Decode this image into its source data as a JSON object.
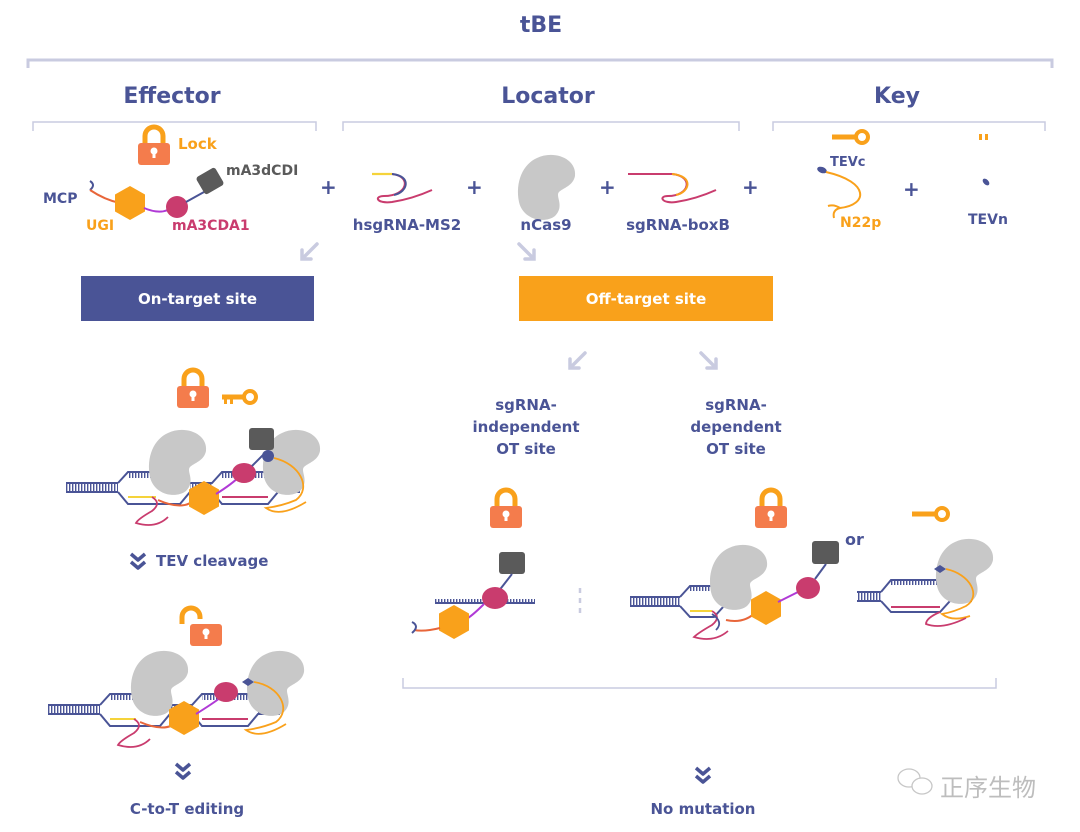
{
  "title": "tBE",
  "sections": {
    "effector": "Effector",
    "locator": "Locator",
    "key": "Key"
  },
  "effector": {
    "lock_label": "Lock",
    "mcp": "MCP",
    "ugi": "UGI",
    "ma3cda1": "mA3CDA1",
    "ma3dcdi": "mA3dCDI"
  },
  "locator": {
    "hsgrna": "hsgRNA-MS2",
    "ncas9": "nCas9",
    "sgrna": "sgRNA-boxB"
  },
  "key": {
    "tevc": "TEVc",
    "n22p": "N22p",
    "tevn": "TEVn"
  },
  "plus": "+",
  "boxes": {
    "on_target": "On-target site",
    "off_target": "Off-target site"
  },
  "on_target_flow": {
    "step1": "TEV cleavage",
    "result": "C-to-T editing"
  },
  "off_target_flow": {
    "independent": [
      "sgRNA-",
      "independent",
      "OT site"
    ],
    "dependent": [
      "sgRNA-",
      "dependent",
      "OT site"
    ],
    "or": "or",
    "result": "No mutation"
  },
  "colors": {
    "navy": "#4a5496",
    "orange": "#f9a11b",
    "lock_body": "#f47c4c",
    "magenta": "#c93c6e",
    "gray_protein": "#c8c8c8",
    "dark_gray": "#5a5a5a",
    "bracket": "#c9cbe0"
  },
  "watermark": "正序生物"
}
